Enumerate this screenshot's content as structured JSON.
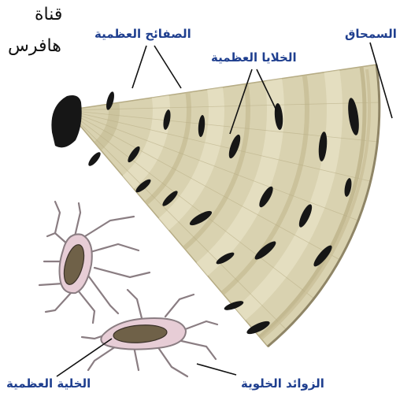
{
  "labels": {
    "haversian_canal_line1": "قناة",
    "haversian_canal_line2": "هافرس",
    "lamellae": "الصفائح العظمية",
    "osteocytes": "الخلايا العظمية",
    "periosteum": "السمحاق",
    "bone_cell": "الخلية العظمية",
    "cell_processes": "الزوائد الخلوية"
  },
  "colors": {
    "bone_fill": "#d9d2b0",
    "bone_band_light": "#e6e0c4",
    "bone_band_dark": "#c4bb93",
    "cell_black": "#161616",
    "osteocyte_membrane": "#e7cdd6",
    "osteocyte_outline": "#8a7d82",
    "nucleus": "#6f6148",
    "label_blue": "#1f3f8f"
  }
}
